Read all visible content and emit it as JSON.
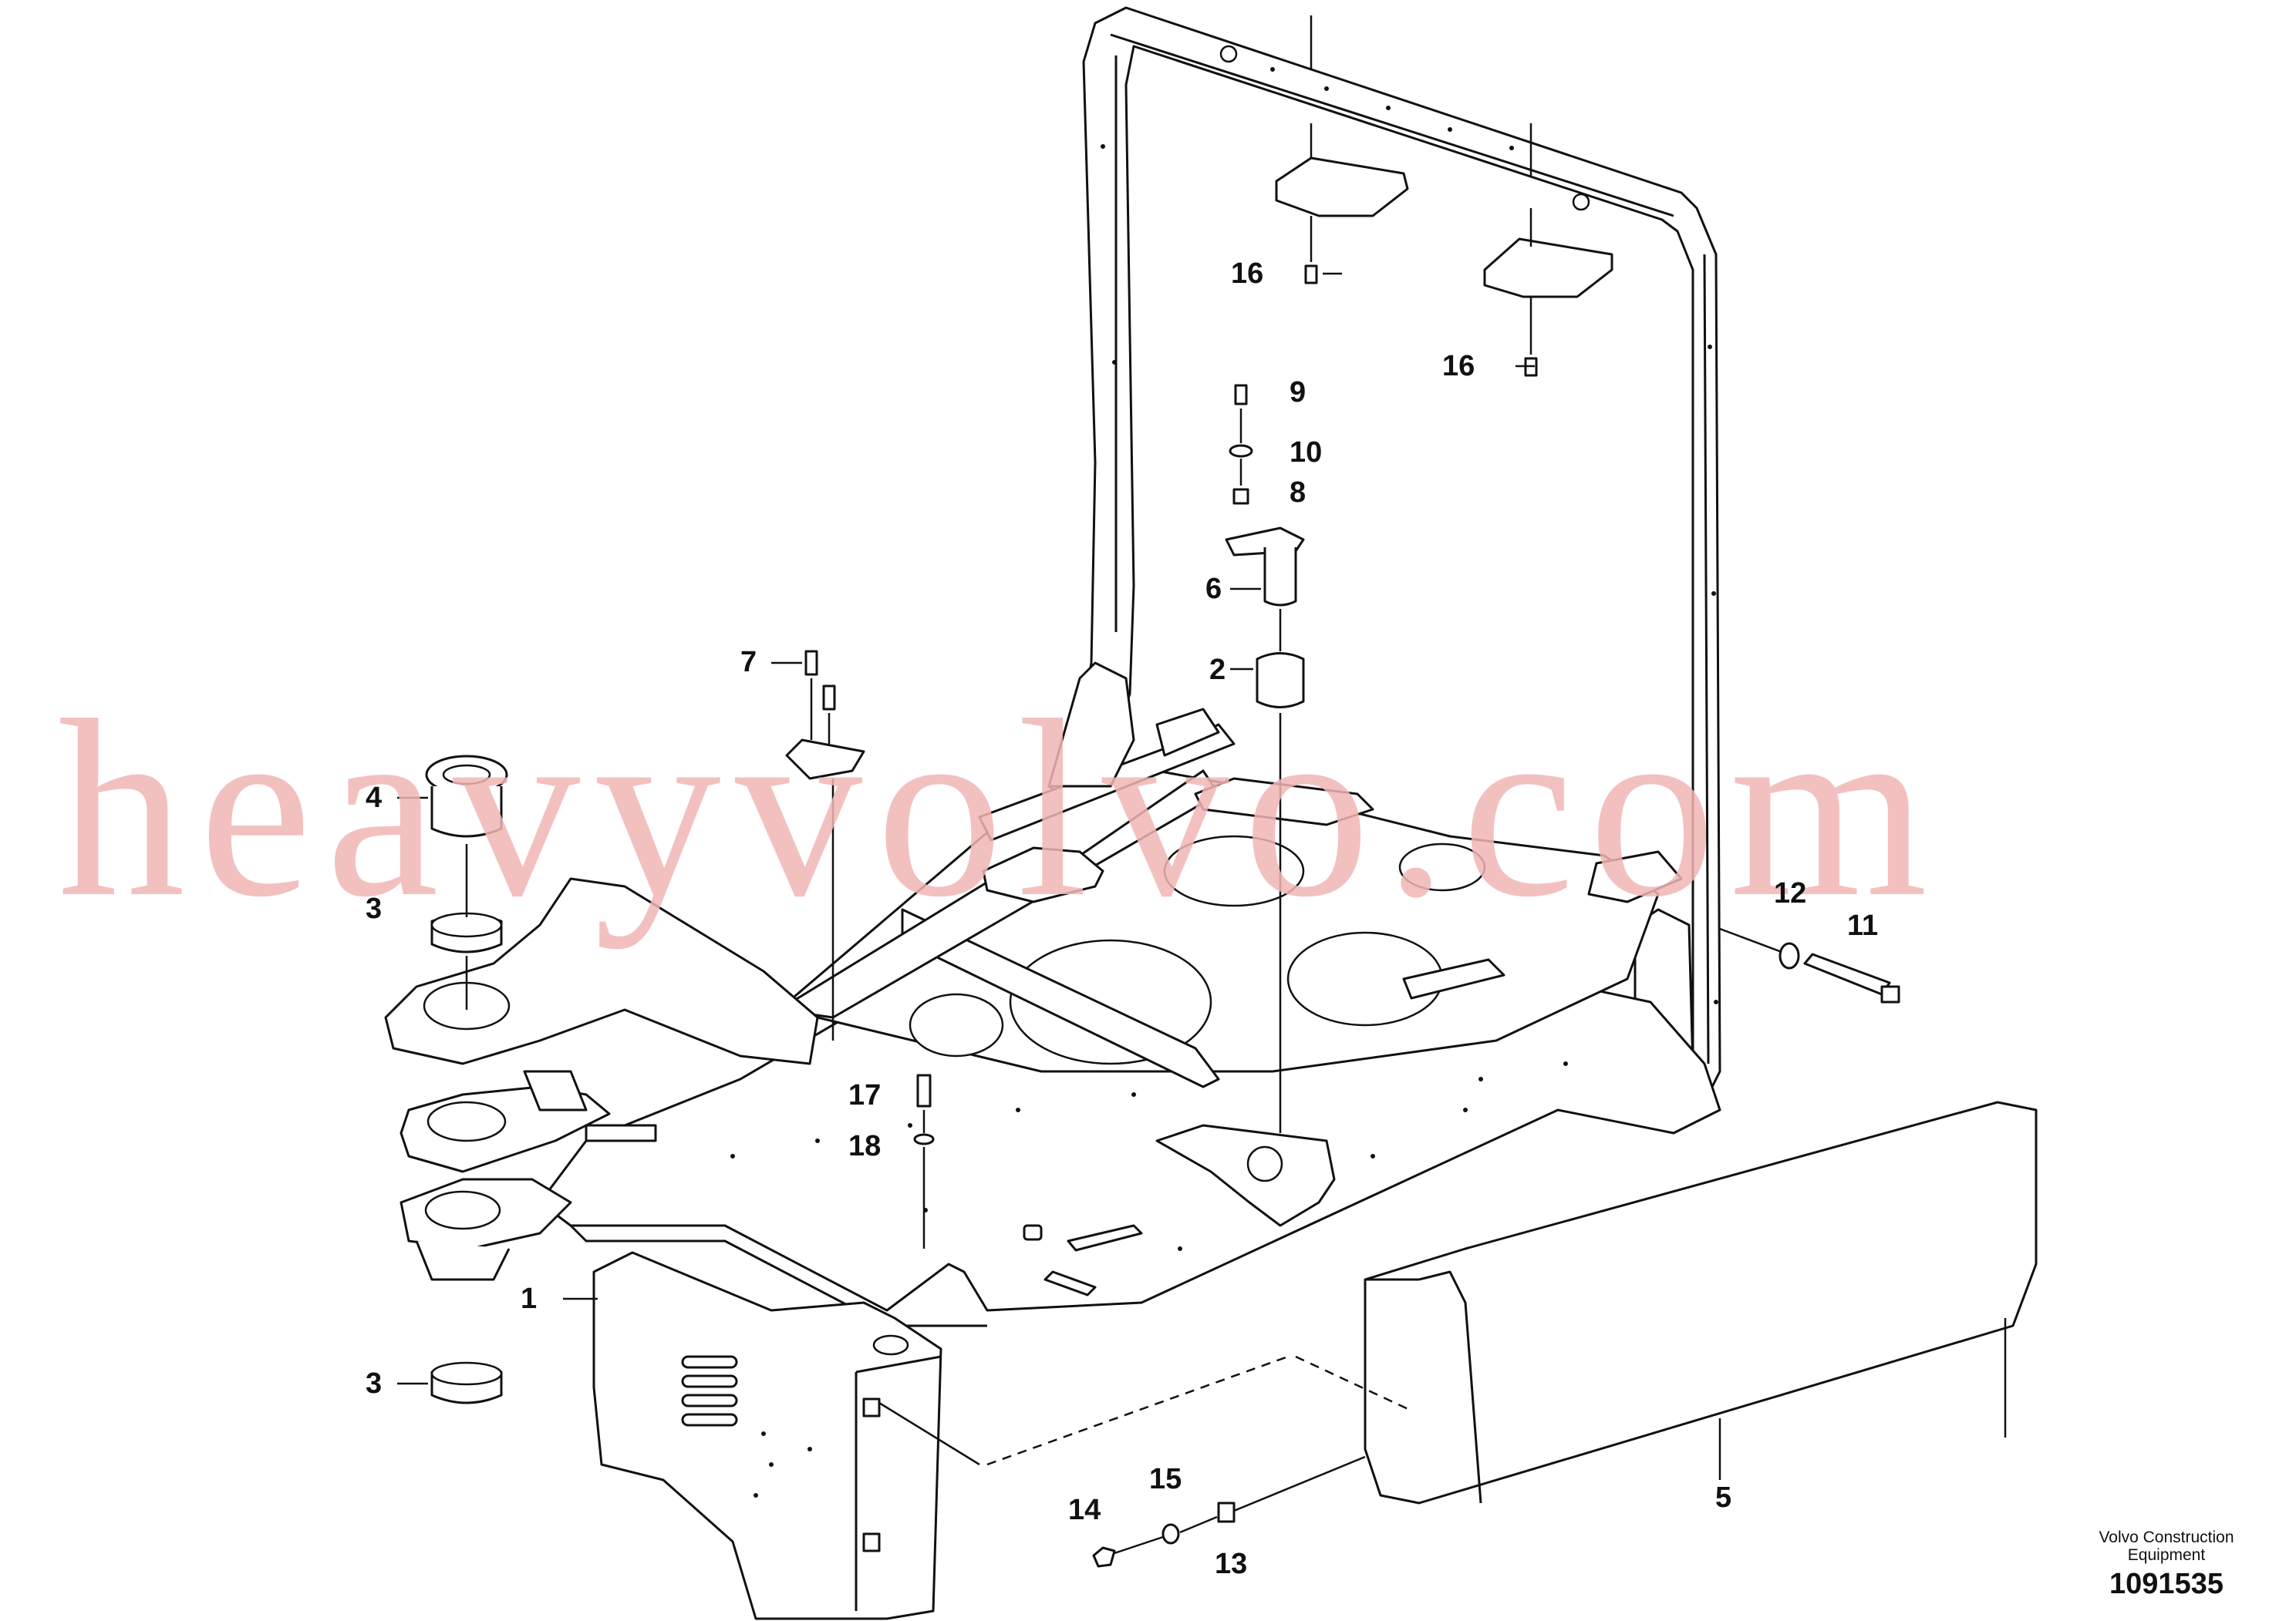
{
  "diagram": {
    "callouts": {
      "c1": "1",
      "c2": "2",
      "c3a": "3",
      "c3b": "3",
      "c4": "4",
      "c5": "5",
      "c6": "6",
      "c7": "7",
      "c8": "8",
      "c9": "9",
      "c10": "10",
      "c11": "11",
      "c12": "12",
      "c13": "13",
      "c14": "14",
      "c15": "15",
      "c16a": "16",
      "c16b": "16",
      "c17": "17",
      "c18": "18"
    },
    "brand_line1": "Volvo Construction",
    "brand_line2": "Equipment",
    "drawing_number": "1091535",
    "watermark": "heavyvolvo.com"
  }
}
